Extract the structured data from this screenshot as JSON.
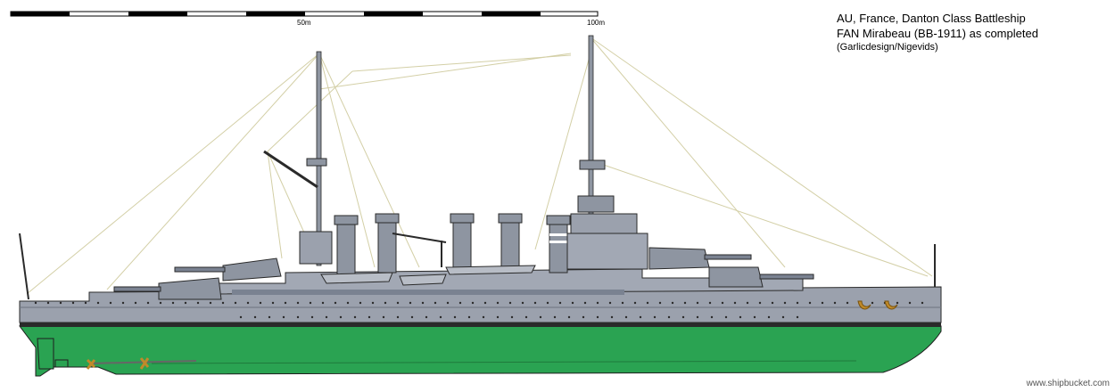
{
  "title": {
    "line1": "AU, France, Danton Class Battleship",
    "line2": "FAN Mirabeau (BB-1911) as completed",
    "line3": "(Garlicdesign/Nigevids)"
  },
  "scale_bar": {
    "label_mid": "50m",
    "label_end": "100m"
  },
  "watermark": "www.shipbucket.com",
  "colors": {
    "hull_upper": "#9ba1ad",
    "hull_lower": "#2aa352",
    "deck": "#7a8291",
    "outline": "#2a2a2a",
    "rigging": "#d8d4b0"
  }
}
